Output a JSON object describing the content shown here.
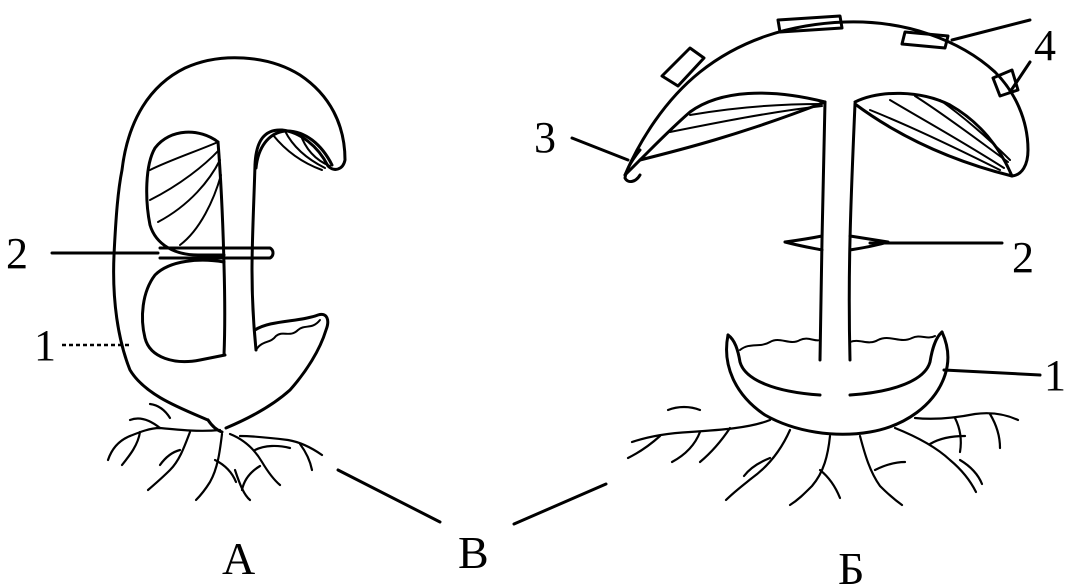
{
  "figure": {
    "left_caption": "А",
    "right_caption": "Б",
    "shared_caption": "В",
    "left_labels": {
      "one": "1",
      "two": "2"
    },
    "right_labels": {
      "one": "1",
      "two": "2",
      "three": "3",
      "four": "4"
    }
  }
}
